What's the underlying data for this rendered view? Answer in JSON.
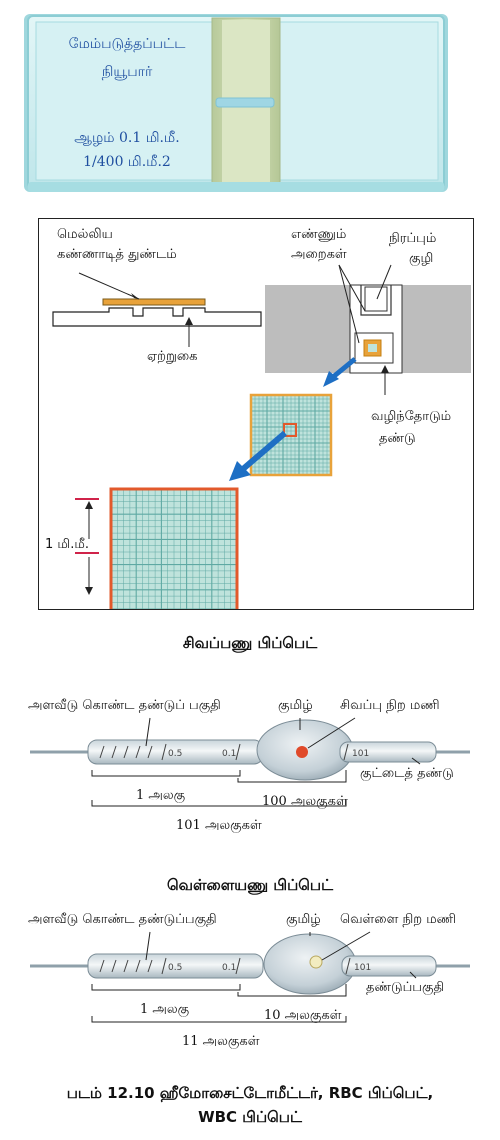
{
  "slide": {
    "line1": "மேம்படுத்தப்பட்ட",
    "line2": "நியூபார்",
    "line3": "ஆழம் 0.1 மி.மீ.",
    "line4": "1/400 மி.மீ.2"
  },
  "chamber": {
    "coverslip_label_1": "மெல்லிய",
    "coverslip_label_2": "கண்ணாடித் துண்டம்",
    "ridge_label": "ஏற்றுகை",
    "counting_label_1": "எண்ணும்",
    "counting_label_2": "அறைகள்",
    "fill_label_1": "நிரப்பும்",
    "fill_label_2": "குழி",
    "overflow_label_1": "வழிந்தோடும்",
    "overflow_label_2": "தண்டு",
    "scale_label": "1 மி.மீ."
  },
  "rbc": {
    "title": "சிவப்பணு பிப்பெட்",
    "stem_label": "அளவீடு கொண்ட தண்டுப் பகுதி",
    "bulb_label": "குமிழ்",
    "bead_label": "சிவப்பு நிற மணி",
    "tick_05": "0.5",
    "tick_1": "0.1",
    "tick_101": "101",
    "short_stem_label": "குட்டைத் தண்டு",
    "unit1": "1 அலகு",
    "unit100": "100 அலகுகள்",
    "unit101": "101 அலகுகள்",
    "bead_color": "#e04a2a"
  },
  "wbc": {
    "title": "வெள்ளையணு பிப்பெட்",
    "stem_label": "அளவீடு கொண்ட தண்டுப்பகுதி",
    "bulb_label": "குமிழ்",
    "bead_label": "வெள்ளை நிற மணி",
    "tick_05": "0.5",
    "tick_1": "0.1",
    "tick_11": "101",
    "short_stem_label": "தண்டுப்பகுதி",
    "unit1": "1 அலகு",
    "unit10": "10 அலகுகள்",
    "unit11": "11 அலகுகள்",
    "bead_color": "#f2ecc0"
  },
  "caption": {
    "line1": "படம் 12.10 ஹீமோசைட்டோமீட்டர், RBC பிப்பெட்,",
    "line2": "WBC பிப்பெட்"
  },
  "colors": {
    "glass": "#cdeef0",
    "grid_fill": "#bfe3dc",
    "grid_line": "#5fa9a3",
    "orange": "#e8a23a",
    "red_orange": "#e2592b",
    "arrow_blue": "#1e6fc4"
  }
}
